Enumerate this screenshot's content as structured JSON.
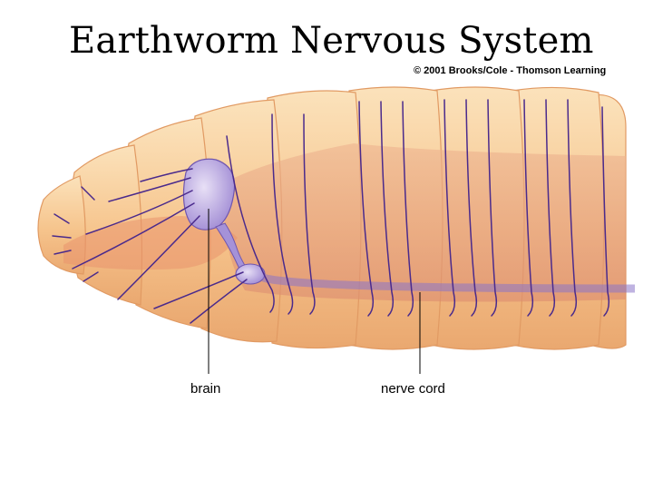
{
  "diagram": {
    "title": "Earthworm Nervous System",
    "copyright": "© 2001 Brooks/Cole - Thomson Learning",
    "labels": {
      "brain": "brain",
      "nerve_cord": "nerve cord"
    },
    "colors": {
      "skin": "#f7c98e",
      "skin_shade": "#e9a86a",
      "gut": "#e6a07f",
      "nerve": "#4a2a8c",
      "brain": "#b9a6e0",
      "background": "#ffffff"
    }
  }
}
